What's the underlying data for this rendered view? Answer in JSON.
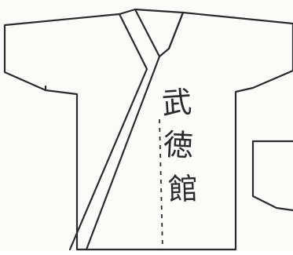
{
  "garment": {
    "embroidered_text": [
      "武",
      "徳",
      "館"
    ]
  },
  "colors": {
    "line": "#2b2b2b",
    "paper": "#fbfbf9"
  }
}
